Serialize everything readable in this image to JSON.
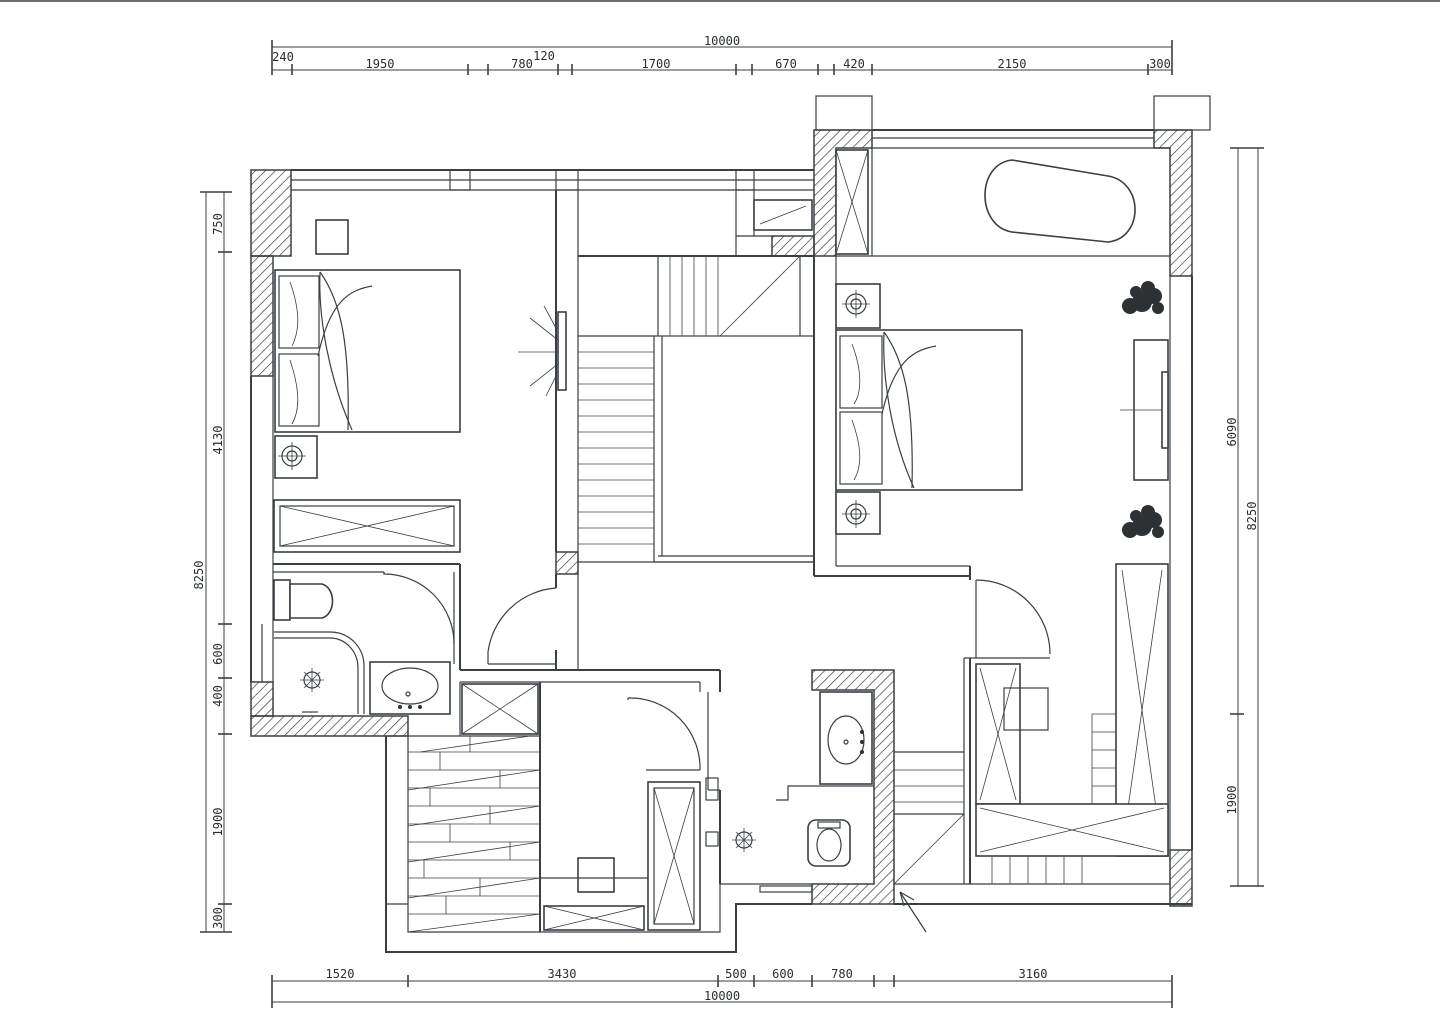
{
  "dimensions": {
    "top_total": "10000",
    "top_segments": [
      "240",
      "1950",
      "780",
      "120",
      "1700",
      "670",
      "420",
      "2150",
      "300"
    ],
    "bottom_segments": [
      "1520",
      "3430",
      "500",
      "600",
      "780",
      "3160"
    ],
    "bottom_total": "10000",
    "left_segments": [
      "750",
      "4130",
      "600",
      "400",
      "1900",
      "300"
    ],
    "left_total": "8250",
    "right_segments": [
      "6090",
      "1900"
    ],
    "right_total": "8250"
  },
  "colors": {
    "line": "#3a3f44",
    "hatch": "#3a3f44",
    "background": "#ffffff"
  }
}
